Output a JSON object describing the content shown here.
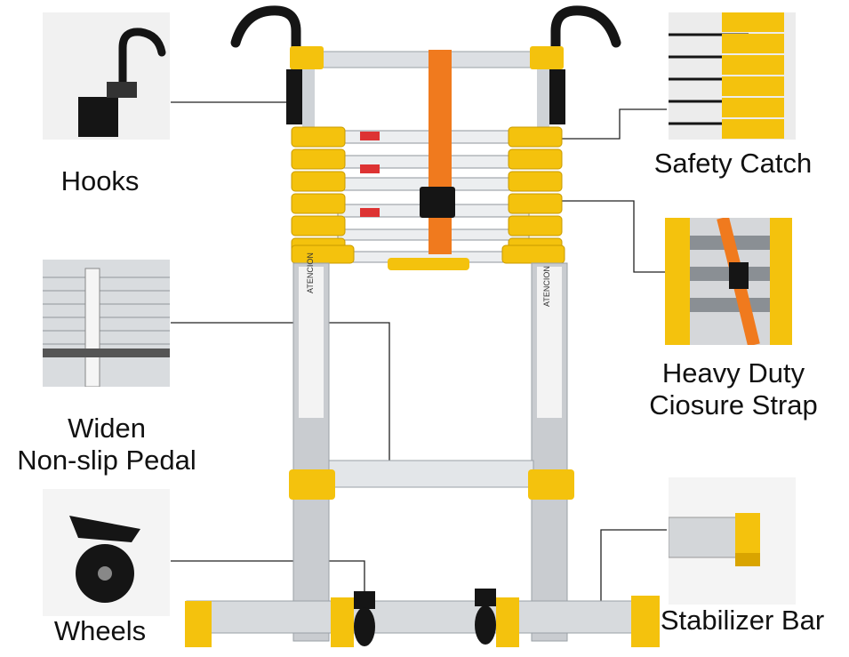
{
  "labels": {
    "hooks": "Hooks",
    "safety_catch": "Safety Catch",
    "strap_line1": "Heavy Duty",
    "strap_line2": "Ciosure Strap",
    "pedal_line1": "Widen",
    "pedal_line2": "Non-slip Pedal",
    "wheels": "Wheels",
    "stabilizer": "Stabilizer Bar"
  },
  "ladder": {
    "sticker_left": "ATENCION",
    "sticker_right": "ATENCION"
  },
  "colors": {
    "yellow": "#f4c20d",
    "aluminum": "#c9ccd0",
    "strap": "#f07a1e",
    "black": "#151515"
  }
}
